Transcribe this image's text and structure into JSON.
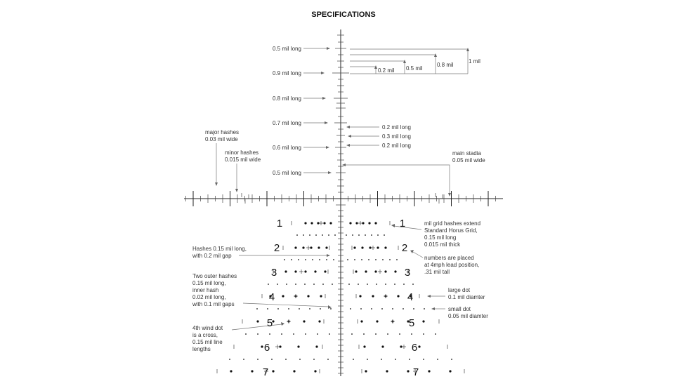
{
  "title": "SPECIFICATIONS",
  "labels": {
    "half_mil_long_top": "0.5 mil long",
    "nine_tenths_mil_long": "0.9 mil long",
    "eight_tenths_mil_long": "0.8 mil long",
    "seven_tenths_mil_long": "0.7 mil long",
    "six_tenths_mil_long": "0.6 mil long",
    "half_mil_long_low": "0.5 mil long",
    "one_mil": "1 mil",
    "eight_tenths_mil": "0.8 mil",
    "half_mil": "0.5 mil",
    "two_tenths_mil": "0.2 mil",
    "two_tenths_mil_long_a": "0.2 mil long",
    "three_tenths_mil_long": "0.3 mil long",
    "two_tenths_mil_long_b": "0.2 mil long",
    "major_hashes_1": "major hashes",
    "major_hashes_2": "0.03 mil wide",
    "minor_hashes_1": "minor hashes",
    "minor_hashes_2": "0.015 mil wide",
    "main_stadia_1": "main stadia",
    "main_stadia_2": "0.05 mil wide",
    "grid_hashes_1": "mil grid hashes extend",
    "grid_hashes_2": "Standard Horus Grid,",
    "grid_hashes_3": "0.15 mil long",
    "grid_hashes_4": "0.015 mil thick",
    "hashes_gap_1": "Hashes 0.15 mil long,",
    "hashes_gap_2": "with 0.2 mil gap",
    "numbers_1": "numbers are placed",
    "numbers_2": "at 4mph lead position,",
    "numbers_3": ".31 mil tall",
    "two_outer_1": "Two outer hashes",
    "two_outer_2": "0.15 mil long,",
    "two_outer_3": "inner hash",
    "two_outer_4": "0.02 mil long,",
    "two_outer_5": "with 0.1 mil gaps",
    "large_dot_1": "large dot",
    "large_dot_2": "0.1 mil diamter",
    "small_dot_1": "small dot",
    "small_dot_2": "0.05 mil diamter",
    "fourth_wind_1": "4th wind dot",
    "fourth_wind_2": "is a cross,",
    "fourth_wind_3": "0.15 mil line",
    "fourth_wind_4": "lengths"
  },
  "row_numbers": [
    "1",
    "2",
    "3",
    "4",
    "5",
    "6",
    "7"
  ]
}
